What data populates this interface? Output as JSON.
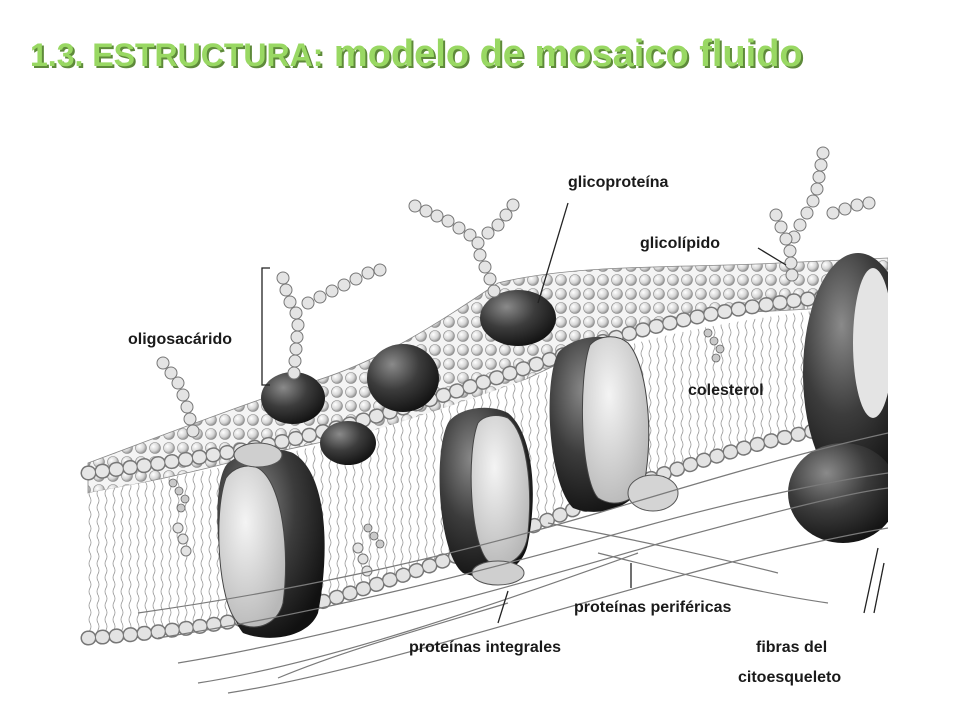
{
  "slide": {
    "title_part1": "1.3. ESTRUCTURA:",
    "title_part2": " modelo de mosaico fluido"
  },
  "diagram": {
    "labels": {
      "glicoproteina": "glicoproteína",
      "glicolipido": "glicolípido",
      "oligosacarido": "oligosacárido",
      "colesterol": "colesterol",
      "proteinas_perifericas": "proteínas periféricas",
      "proteinas_integrales": "proteínas integrales",
      "fibras_line1": "fibras del",
      "fibras_line2": "citoesqueleto"
    },
    "colors": {
      "title": "#99d863",
      "bead_fill": "#e0e0e0",
      "protein_dark": "#3a3a3a",
      "protein_light": "#dcdcdc"
    }
  }
}
